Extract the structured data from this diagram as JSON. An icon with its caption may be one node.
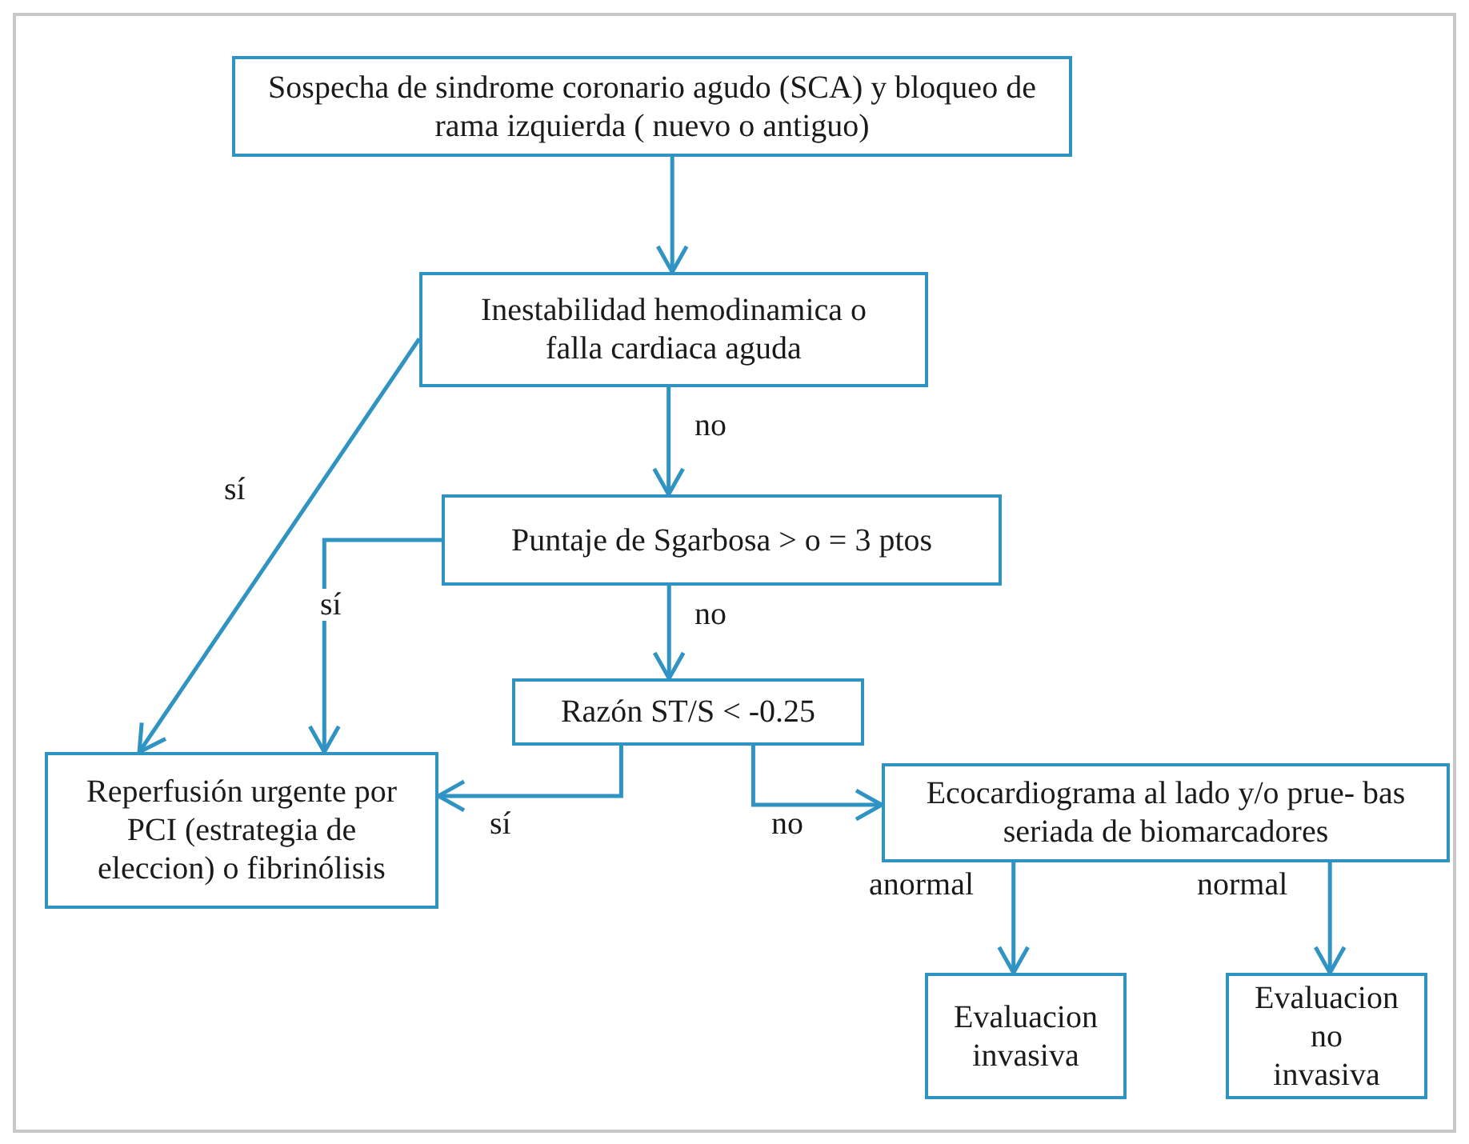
{
  "diagram": {
    "nodes": [
      {
        "text": [
          "Sospecha de sindrome coronario agudo (SCA) y bloqueo de rama izquierda ( nuevo o antiguo)"
        ]
      },
      {
        "text": [
          "Inestabilidad hemodinamica o falla cardiaca aguda"
        ]
      },
      {
        "text": [
          "Puntaje de Sgarbosa > o = 3 ptos"
        ]
      },
      {
        "text": [
          "Razón ST/S < -0.25"
        ]
      },
      {
        "text": [
          "Reperfusión urgente por PCI (estrategia de eleccion) o fibrinólisis"
        ]
      },
      {
        "text": [
          "Ecocardiograma al lado y/o prue- bas seriada de biomarcadores"
        ]
      },
      {
        "text": [
          "Evaluacion invasiva"
        ]
      },
      {
        "text": [
          "Evaluacion no invasiva"
        ]
      }
    ],
    "edges": [
      {
        "from": 0,
        "to": 1,
        "arrow": "to"
      },
      {
        "from": 1,
        "to": 2,
        "arrow": "to",
        "label": "no"
      },
      {
        "from": 2,
        "to": 3,
        "arrow": "to",
        "label": "no"
      },
      {
        "from": 1,
        "to": 4,
        "arrow": "to",
        "label": "sí"
      },
      {
        "from": 2,
        "to": 4,
        "arrow": "to",
        "label": "sí"
      },
      {
        "from": 3,
        "to": 4,
        "arrow": "to",
        "label": "sí"
      },
      {
        "from": 3,
        "to": 5,
        "arrow": "to",
        "label": "no"
      },
      {
        "from": 5,
        "to": 6,
        "arrow": "to",
        "label": "anormal"
      },
      {
        "from": 5,
        "to": 7,
        "arrow": "to",
        "label": "normal"
      }
    ]
  }
}
